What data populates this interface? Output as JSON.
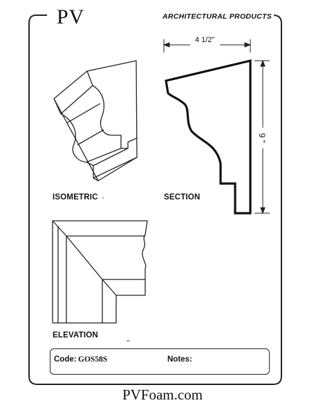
{
  "header": {
    "brand": "PV",
    "company": "ARCHITECTURAL PRODUCTS"
  },
  "drawings": {
    "isometric_label": "ISOMETRIC",
    "section_label": "SECTION",
    "elevation_label": "ELEVATION",
    "width_dimension": "4 1/2\"",
    "height_dimension": "9 \""
  },
  "footer": {
    "code_label": "Code:",
    "code_value": "GOS58S",
    "notes_label": "Notes:",
    "website": "PVFoam.com"
  }
}
